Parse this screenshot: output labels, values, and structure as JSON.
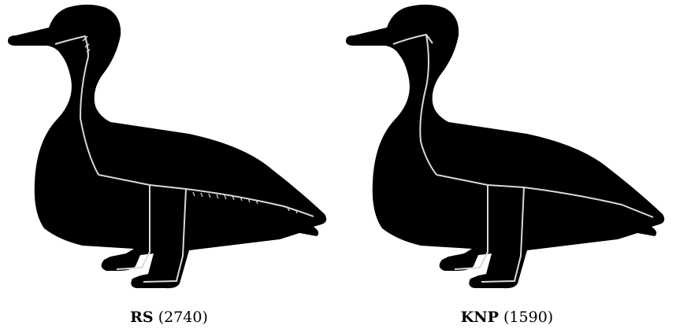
{
  "colors": {
    "background": "#ffffff",
    "silhouette": "#000000",
    "segment_boundary": "#d9d9d9"
  },
  "panels": [
    {
      "method": "RS",
      "count": "(2740)",
      "image_description": "black duck silhouette with light segmentation boundaries (neck, back, two legs)"
    },
    {
      "method": "KNP",
      "count": "(1590)",
      "image_description": "black duck silhouette with cleaner light segmentation boundaries (neck, back, two legs)"
    }
  ]
}
